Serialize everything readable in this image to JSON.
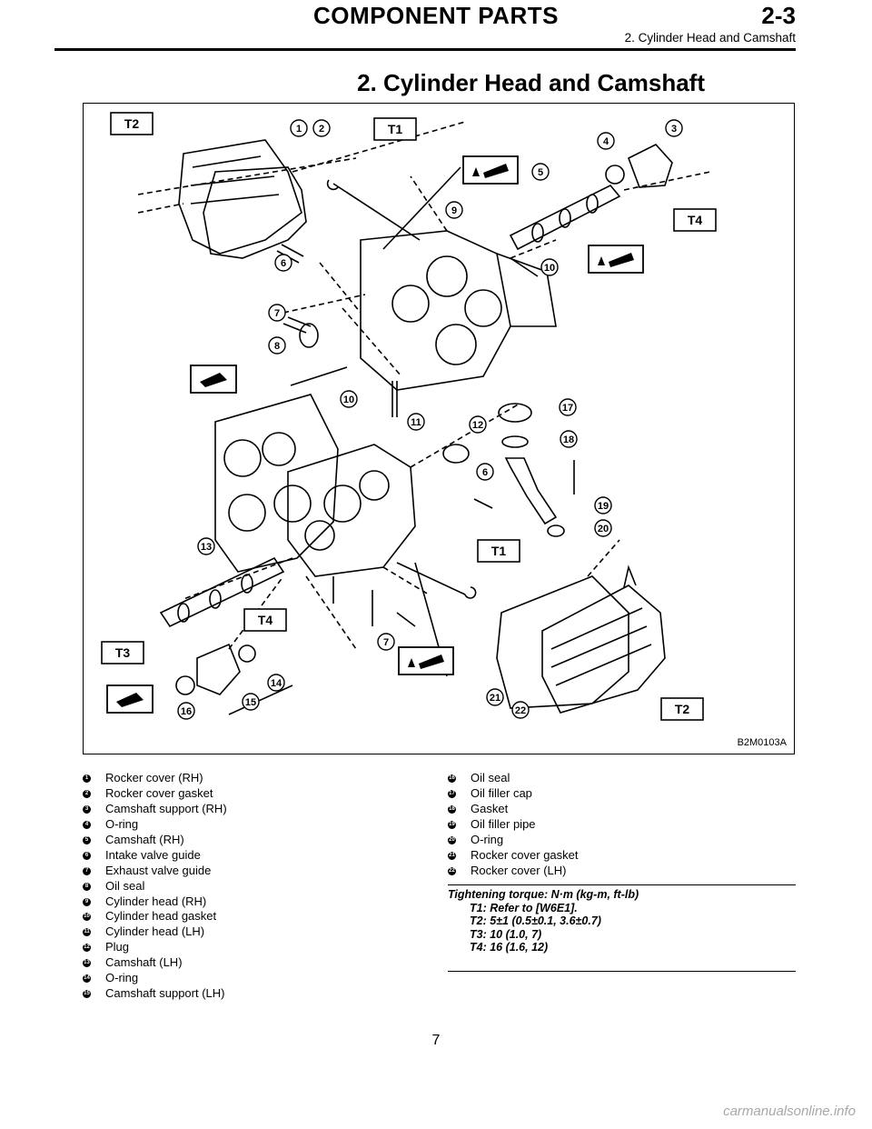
{
  "header": {
    "title": "COMPONENT PARTS",
    "section_number": "2-3",
    "subtitle": "2. Cylinder Head and Camshaft"
  },
  "section_title": "2. Cylinder Head and Camshaft",
  "figure": {
    "id": "B2M0103A",
    "tags": {
      "t1": "T1",
      "t2": "T2",
      "t3": "T3",
      "t4": "T4"
    },
    "callouts": [
      "1",
      "2",
      "3",
      "4",
      "5",
      "6",
      "7",
      "8",
      "9",
      "10",
      "11",
      "12",
      "13",
      "14",
      "15",
      "16",
      "17",
      "18",
      "19",
      "20",
      "21",
      "22"
    ]
  },
  "legend": [
    {
      "num": "1",
      "text": "Rocker cover (RH)"
    },
    {
      "num": "2",
      "text": "Rocker cover gasket"
    },
    {
      "num": "3",
      "text": "Camshaft support (RH)"
    },
    {
      "num": "4",
      "text": "O-ring"
    },
    {
      "num": "5",
      "text": "Camshaft (RH)"
    },
    {
      "num": "6",
      "text": "Intake valve guide"
    },
    {
      "num": "7",
      "text": "Exhaust valve guide"
    },
    {
      "num": "8",
      "text": "Oil seal"
    },
    {
      "num": "9",
      "text": "Cylinder head (RH)"
    },
    {
      "num": "10",
      "text": "Cylinder head gasket"
    },
    {
      "num": "11",
      "text": "Cylinder head (LH)"
    },
    {
      "num": "12",
      "text": "Plug"
    },
    {
      "num": "13",
      "text": "Camshaft (LH)"
    },
    {
      "num": "14",
      "text": "O-ring"
    },
    {
      "num": "15",
      "text": "Camshaft support (LH)"
    },
    {
      "num": "16",
      "text": "Oil seal"
    },
    {
      "num": "17",
      "text": "Oil filler cap"
    },
    {
      "num": "18",
      "text": "Gasket"
    },
    {
      "num": "19",
      "text": "Oil filler pipe"
    },
    {
      "num": "20",
      "text": "O-ring"
    },
    {
      "num": "21",
      "text": "Rocker cover gasket"
    },
    {
      "num": "22",
      "text": "Rocker cover (LH)"
    }
  ],
  "torque": {
    "heading": "Tightening torque: N·m (kg-m, ft-lb)",
    "lines": [
      "T1: Refer to [W6E1].",
      "T2: 5±1 (0.5±0.1, 3.6±0.7)",
      "T3: 10 (1.0, 7)",
      "T4: 16 (1.6, 12)"
    ]
  },
  "page_number": "7",
  "watermark": "carmanualsonline.info"
}
